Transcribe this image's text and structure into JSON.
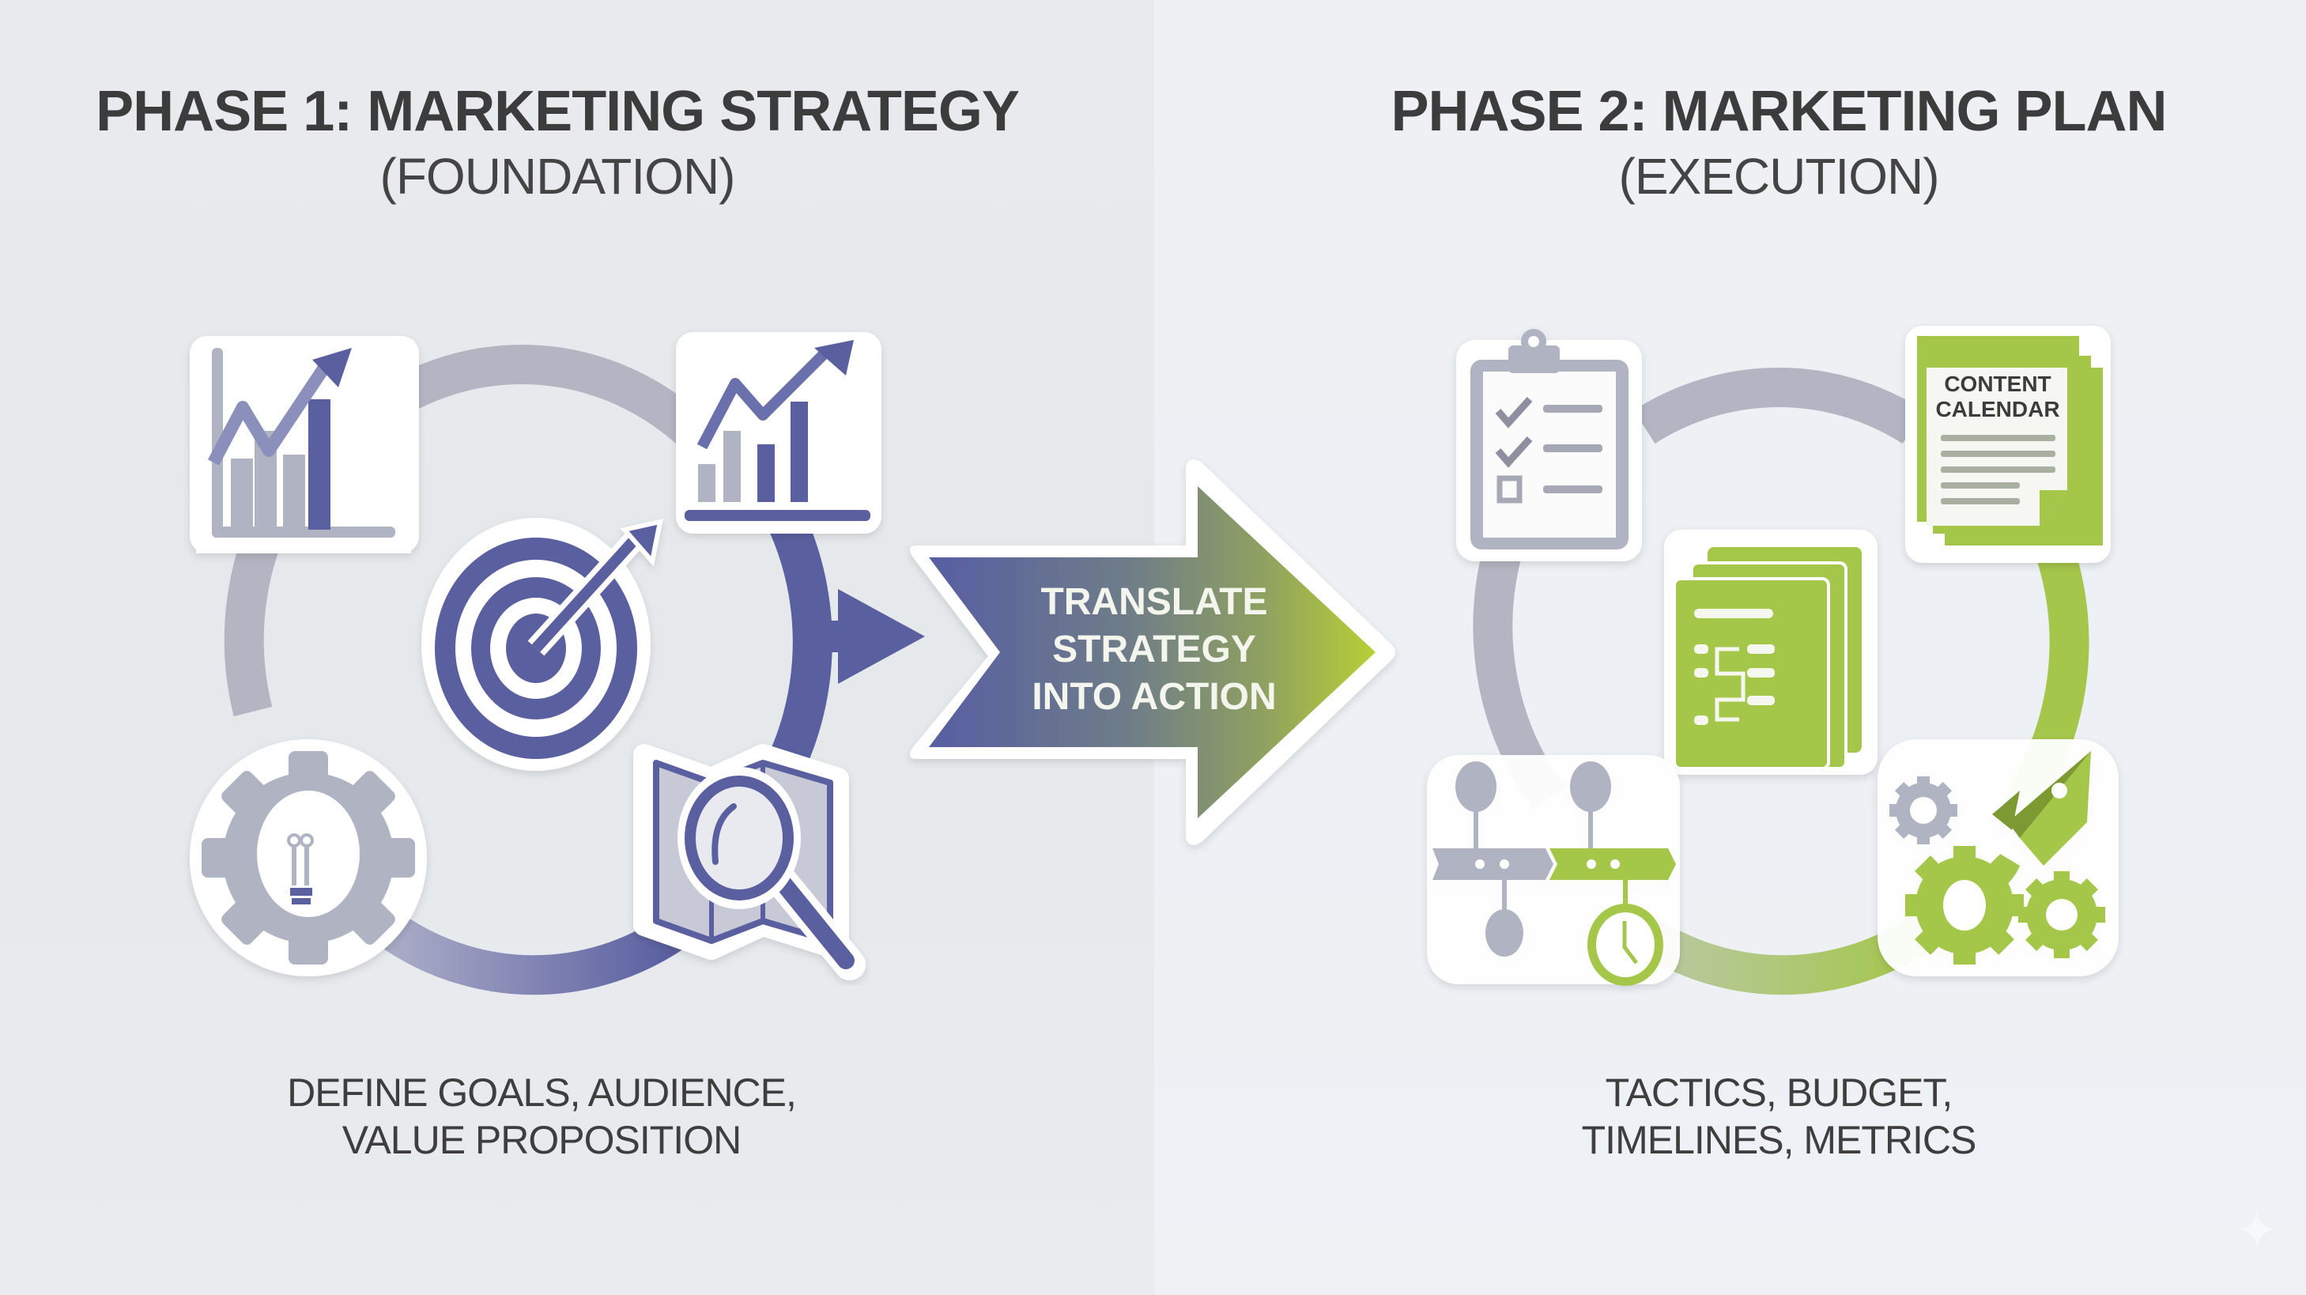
{
  "phase1": {
    "title": "PHASE 1: MARKETING STRATEGY",
    "subtitle": "(FOUNDATION)",
    "caption_line1": "DEFINE GOALS, AUDIENCE,",
    "caption_line2": "VALUE PROPOSITION",
    "icons": [
      "line-bar-chart-icon",
      "growth-chart-icon",
      "target-arrow-icon",
      "gear-lightbulb-icon",
      "map-magnifier-icon"
    ],
    "color": "#5a5fa0"
  },
  "transition": {
    "line1": "TRANSLATE",
    "line2": "STRATEGY",
    "line3": "INTO ACTION",
    "gradient_start": "#575ea3",
    "gradient_end": "#b4cb3a"
  },
  "phase2": {
    "title": "PHASE 2: MARKETING PLAN",
    "subtitle": "(EXECUTION)",
    "caption_line1": "TACTICS, BUDGET,",
    "caption_line2": "TIMELINES, METRICS",
    "content_calendar_line1": "CONTENT",
    "content_calendar_line2": "CALENDAR",
    "icons": [
      "checklist-clipboard-icon",
      "content-calendar-icon",
      "flowchart-document-icon",
      "timeline-clock-icon",
      "rocket-gears-icon"
    ],
    "color": "#9fc247"
  },
  "colors": {
    "gray": "#b0b3c2",
    "indigo": "#5a5fa0",
    "lime": "#a4c64a",
    "text": "#3c3c3c"
  }
}
